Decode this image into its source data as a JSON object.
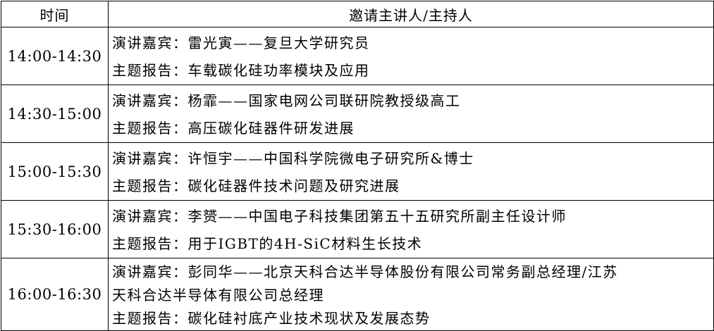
{
  "header": {
    "time": "时间",
    "host": "邀请主讲人/主持人"
  },
  "sessions": [
    {
      "time": "14:00-14:30",
      "speaker_prefix": "演讲嘉宾：",
      "speaker": "雷光寅——复旦大学研究员",
      "topic_prefix": "主题报告：",
      "topic": "车载碳化硅功率模块及应用"
    },
    {
      "time": "14:30-15:00",
      "speaker_prefix": "演讲嘉宾：",
      "speaker": "杨霏——国家电网公司联研院教授级高工",
      "topic_prefix": "主题报告：",
      "topic": "高压碳化硅器件研发进展"
    },
    {
      "time": "15:00-15:30",
      "speaker_prefix": "演讲嘉宾：",
      "speaker": "许恒宇——中国科学院微电子研究所&博士",
      "topic_prefix": "主题报告：",
      "topic": "碳化硅器件技术问题及研究进展"
    },
    {
      "time": "15:30-16:00",
      "speaker_prefix": "演讲嘉宾：",
      "speaker": "李赟——中国电子科技集团第五十五研究所副主任设计师",
      "topic_prefix": "主题报告：",
      "topic": "用于IGBT的4H-SiC材料生长技术"
    },
    {
      "time": "16:00-16:30",
      "speaker_prefix": "演讲嘉宾：",
      "speaker_line1": "彭同华——北京天科合达半导体股份有限公司常务副总经理/江苏",
      "speaker_line2": "天科合达半导体有限公司总经理",
      "topic_prefix": "主题报告：",
      "topic": "碳化硅衬底产业技术现状及发展态势"
    }
  ]
}
